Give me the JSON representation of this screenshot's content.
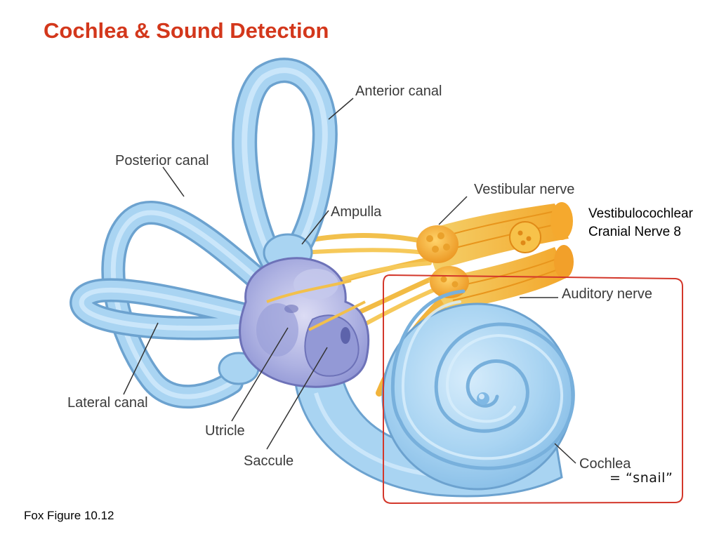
{
  "slide": {
    "title": "Cochlea & Sound Detection",
    "caption": "Fox Figure 10.12"
  },
  "diagram": {
    "labels": {
      "anterior_canal": "Anterior canal",
      "posterior_canal": "Posterior canal",
      "vestibular_nerve": "Vestibular nerve",
      "ampulla": "Ampulla",
      "auditory_nerve": "Auditory nerve",
      "lateral_canal": "Lateral canal",
      "utricle": "Utricle",
      "saccule": "Saccule",
      "cochlea": "Cochlea"
    },
    "annotations": {
      "nerve_line1": "Vestibulocochlear",
      "nerve_line2": "Cranial Nerve 8",
      "cochlea_meaning": "= “snail”"
    },
    "colors": {
      "title": "#d3371b",
      "highlight_box": "#d3372b",
      "membrane_fill": "#a9d4f2",
      "membrane_outline": "#6ca2cf",
      "vestibule": "#a4a8de",
      "nerve": "#f6b53a",
      "label_text": "#3a3a3a"
    }
  }
}
